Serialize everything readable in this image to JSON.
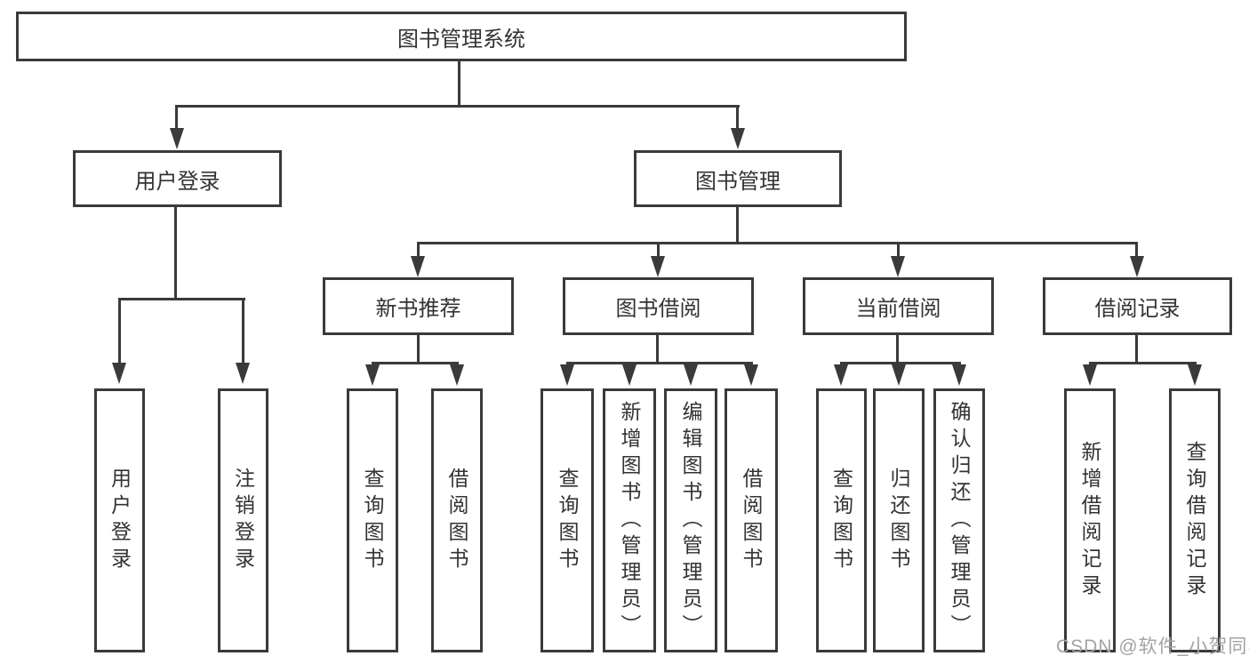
{
  "diagram": {
    "title": "图书管理系统",
    "colors": {
      "line": "#3a3a3a",
      "text": "#333333",
      "watermark": "#a3a3a3"
    },
    "nodes": {
      "root": "图书管理系统",
      "level2": [
        "用户登录",
        "图书管理"
      ],
      "level3": [
        "新书推荐",
        "图书借阅",
        "当前借阅",
        "借阅记录"
      ],
      "leaves_user_login": [
        "用户登录",
        "注销登录"
      ],
      "leaves_new_book": [
        "查询图书",
        "借阅图书"
      ],
      "leaves_book_borrow": [
        "查询图书",
        "新增图书（管理员）",
        "编辑图书（管理员）",
        "借阅图书"
      ],
      "leaves_current_borrow": [
        "查询图书",
        "归还图书",
        "确认归还（管理员）"
      ],
      "leaves_records": [
        "新增借阅记录",
        "查询借阅记录"
      ]
    },
    "watermark": "CSDN @软件_小贺同学"
  }
}
